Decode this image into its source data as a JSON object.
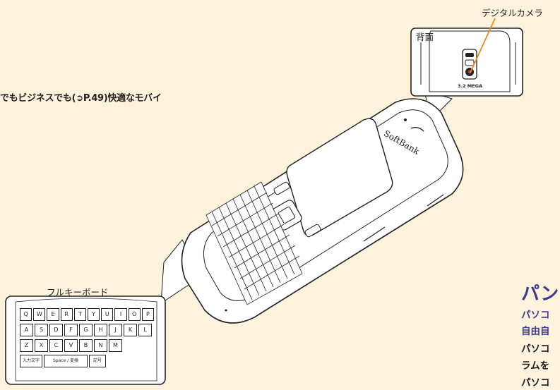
{
  "caption_line": "でもビジネスでも(➲P.49)快適なモバイ",
  "camera_label": "デジタルカメラ",
  "back_label": "背面",
  "megapixel_label": "3.2 MEGA",
  "brand": "SoftBank",
  "keyboard_label": "フルキーボード",
  "section_heading": "パン",
  "section_lines": [
    "パソコ",
    "自由自"
  ],
  "body_lines": [
    "パソコ",
    "ラムを",
    "パソコ"
  ],
  "keyboard_rows": [
    [
      "Q",
      "W",
      "E",
      "R",
      "T",
      "Y",
      "U",
      "I",
      "O",
      "P"
    ],
    [
      "A",
      "S",
      "D",
      "F",
      "G",
      "H",
      "J",
      "K",
      "L"
    ],
    [
      "Z",
      "X",
      "C",
      "V",
      "B",
      "N",
      "M"
    ]
  ],
  "space_key_label": "Space / 変換",
  "input_key_label": "入力文字",
  "kigou_key_label": "記号",
  "colors": {
    "background": "#fdf2dc",
    "heading": "#3e3a8f",
    "camera_line": "#f08a1c",
    "outline": "#222222"
  }
}
